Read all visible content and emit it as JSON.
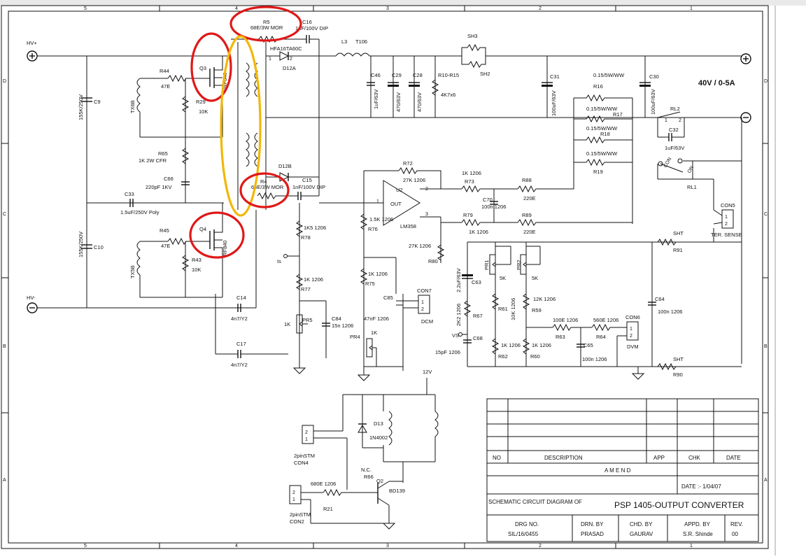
{
  "frame": {
    "columns": [
      "5",
      "4",
      "3",
      "2",
      "1"
    ],
    "rows": [
      "D",
      "C",
      "B",
      "A"
    ]
  },
  "terminals": {
    "hv_plus": "HV+",
    "hv_minus": "HV-",
    "output_rating": "40V / 0-5A"
  },
  "components": {
    "r5": "R5",
    "r5_val": "68E/3W MOR",
    "c16": "C16",
    "c16_val": "1nF/100V DIP",
    "d12_part": "HFA16TA60C",
    "d12a": "D12A",
    "d12b": "D12B",
    "l3": "L3",
    "t106": "T106",
    "sh3": "SH3",
    "sh2": "SH2",
    "c46": "C46",
    "c46_val": "1uF/63V",
    "c29": "C29",
    "c29_val": "470/63V",
    "c28": "C28",
    "c28_val": "470/63V",
    "r10_r15": "R10-R15",
    "r10_r15_val": "4K7x6",
    "c31": "C31",
    "c31_val": "100uF/63V",
    "c30": "C30",
    "c30_val": "100uF/63V",
    "r16": "R16",
    "r17": "R17",
    "r18": "R18",
    "r19": "R19",
    "shunt_val": "0.15/5W/WW",
    "rl2": "RL2",
    "rl2_pin1": "1",
    "rl2_pin2": "2",
    "c32": "C32",
    "c32_val": "1uF/63V",
    "q3": "Q3",
    "q4": "Q4",
    "q_part": "IRF840",
    "r44": "R44",
    "r44_val": "47E",
    "r45": "R45",
    "r45_val": "47E",
    "tx6b": "TX6B",
    "tx5b": "TX5B",
    "r29": "R29",
    "r29_val": "10K",
    "r43": "R43",
    "r43_val": "10K",
    "r65": "R65",
    "r65_val": "1K 2W CFR",
    "c66": "C66",
    "c66_val": "220pF 1KV",
    "c33": "C33",
    "c33_val": "1.5uF/250V Poly",
    "c9": "C9",
    "c9_val": "155K/250V",
    "c10": "C10",
    "c10_val": "155K/250V",
    "r4": "R4",
    "r4_val": "68E/3W MOR",
    "c15": "C15",
    "c15_val": "1nF/100V DIP",
    "c14": "C14",
    "c14_val": "4n7/Y2",
    "c17": "C17",
    "c17_val": "4n7/Y2",
    "r72": "R72",
    "r72_val": "27K 1206",
    "r73": "R73",
    "r73_val": "1K 1206",
    "r88": "R88",
    "r88_val": "220E",
    "r79": "R79",
    "r79_val": "1K 1206",
    "r89": "R89",
    "r89_val": "220E",
    "c70": "C70",
    "c70_val": "100n 1206",
    "u2": "U2",
    "u2_out": "OUT",
    "u2_part": "LM358",
    "u2_pin1": "1",
    "u2_pin2": "2",
    "u2_pin3": "3",
    "r78": "R78",
    "r78_val": "1K5 1206",
    "r76": "R76",
    "r76_val": "1.5K 1206",
    "r80": "R80",
    "r80_val": "27K 1206",
    "r77": "R77",
    "r77_val": "1K 1206",
    "r75": "R75",
    "r75_val": "1K 1206",
    "is": "Is",
    "vs": "VS",
    "pr5": "PR5",
    "pr5_val": "1K",
    "pr4": "PR4",
    "pr4_val": "1K",
    "c84": "C84",
    "c84_val": "15n 1206",
    "c85": "C85",
    "c85_val": "47nF 1206",
    "con7": "CON7",
    "con7_lbl": "DCM",
    "con7_p1": "1",
    "con7_p2": "2",
    "c63": "C63",
    "c63_val": "2.2uF/63V",
    "pr1": "PR1",
    "pr1_val": "5K",
    "pr2": "PR2",
    "pr2_val": "5K",
    "r67": "R67",
    "r67_val": "2K2 1206",
    "c68": "C68",
    "c68_val": "15pF 1206",
    "r61": "R61",
    "r61_val": "10K 1206",
    "r59": "R59",
    "r59_val": "12K 1206",
    "r62": "R62",
    "r62_val": "1K 1206",
    "r60": "R60",
    "r60_val": "1K 1206",
    "r63": "R63",
    "r63_val": "100E 1206",
    "r64": "R64",
    "r64_val": "560E 1206",
    "c65": "C65",
    "c65_val": "100n 1206",
    "c64": "C64",
    "c64_val": "100n 1206",
    "con6": "CON6",
    "con6_lbl": "DVM",
    "con6_p1": "1",
    "con6_p2": "2",
    "con5": "CON5",
    "con5_lbl": "TER. SENSE",
    "con5_p1": "1",
    "con5_p2": "2",
    "r91": "R91",
    "r90": "R90",
    "sht": "SHT",
    "rl1": "RL1",
    "con_sw": "CON",
    "on_sw": "ON",
    "v12": "12V",
    "d13": "D13",
    "d13_val": "1N4002",
    "con4": "CON4",
    "con4_type": "2pinSTM",
    "con4_p1": "2",
    "con4_p2": "1",
    "con2": "CON2",
    "con2_type": "2pinSTM",
    "con2_p1": "2",
    "con2_p2": "1",
    "nc": "N.C.",
    "r66": "R66",
    "r21": "R21",
    "r21_val": "680E 1206",
    "q2": "Q2",
    "q2_part": "BD139"
  },
  "title_block": {
    "no": "NO",
    "description": "DESCRIPTION",
    "app": "APP",
    "chk": "CHK",
    "date": "DATE",
    "amend": "A M E N D",
    "date_value": "DATE :-  1/04/07",
    "schematic_label": "SCHEMATIC CIRCUIT DIAGRAM OF",
    "title": "PSP 1405-OUTPUT CONVERTER",
    "drg_no_label": "DRG NO.",
    "drg_no": "SIL/16/0455",
    "drn_by_label": "DRN. BY",
    "drn_by": "PRASAD",
    "chd_by_label": "CHD. BY",
    "chd_by": "GAURAV",
    "appd_by_label": "APPD. BY",
    "appd_by": "S.R. Shinde",
    "rev_label": "REV.",
    "rev": "00"
  },
  "highlight_colors": {
    "red": "#e01818",
    "yellow": "#f2b705"
  }
}
